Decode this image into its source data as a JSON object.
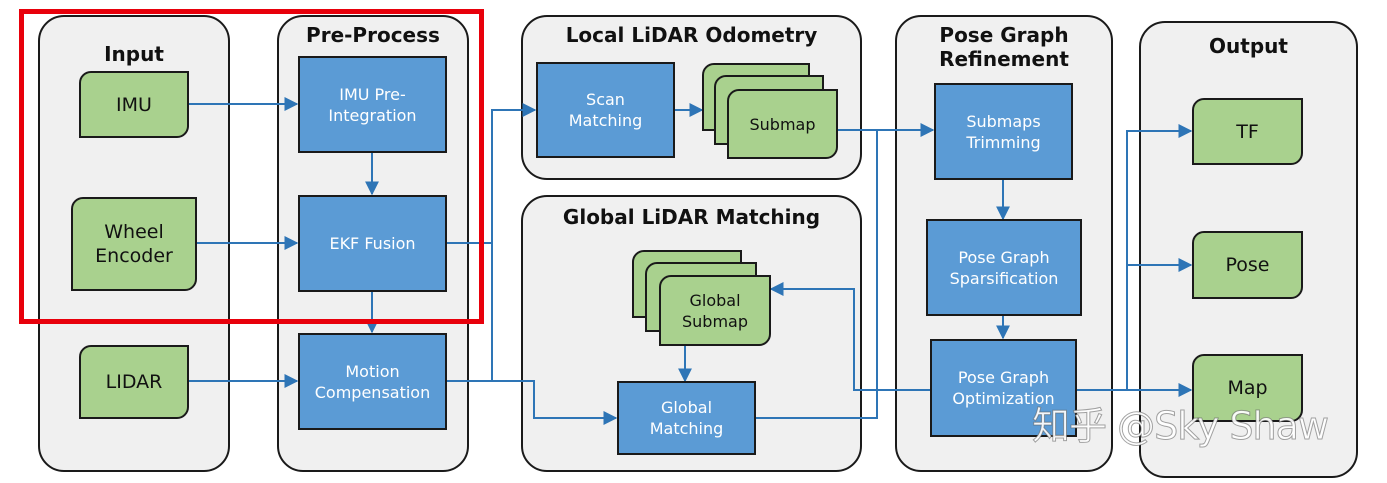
{
  "panels": {
    "input": "Input",
    "preprocess": "Pre-Process",
    "odometry": "Local LiDAR Odometry",
    "global": "Global LiDAR Matching",
    "refine": "Pose Graph Refinement",
    "output": "Output"
  },
  "inputs": {
    "imu": "IMU",
    "wheel": "Wheel Encoder",
    "lidar": "LIDAR"
  },
  "preprocess": {
    "imu_pre": "IMU Pre-Integration",
    "ekf": "EKF Fusion",
    "motion": "Motion Compensation"
  },
  "odometry": {
    "scan": "Scan Matching",
    "submap": "Submap"
  },
  "global": {
    "submap": "Global Submap",
    "matching": "Global Matching"
  },
  "refine": {
    "trimming": "Submaps Trimming",
    "sparsify": "Pose Graph Sparsification",
    "optimize": "Pose Graph Optimization"
  },
  "outputs": {
    "tf": "TF",
    "pose": "Pose",
    "map": "Map"
  },
  "watermark": "知乎 @Sky Shaw",
  "colors": {
    "process": "#5b9bd5",
    "data": "#a9d18e",
    "panel": "#f0f0f0",
    "highlight": "#e8000b",
    "arrow": "#2e75b6"
  }
}
